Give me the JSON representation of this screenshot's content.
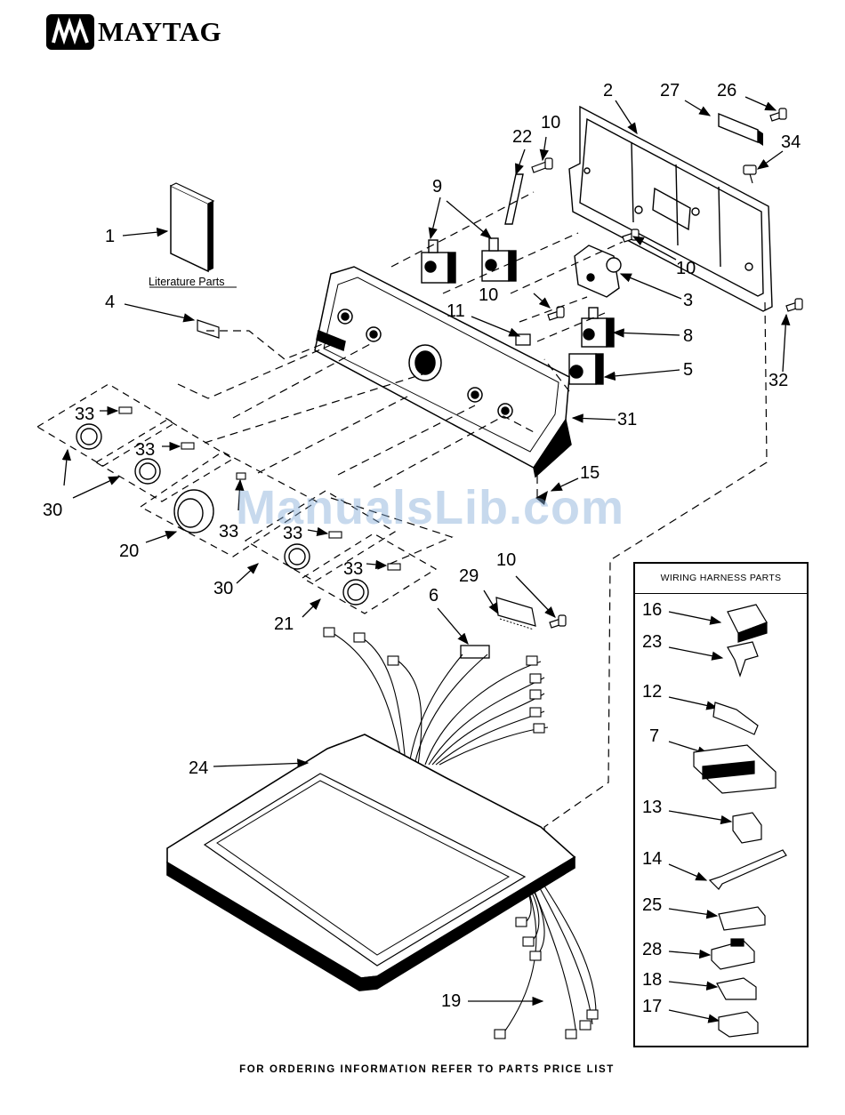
{
  "brand": {
    "name": "MAYTAG",
    "reg": "®"
  },
  "literature_caption": "Literature Parts",
  "legend": {
    "title": "WIRING HARNESS PARTS"
  },
  "watermark": "ManualsLib.com",
  "footer": "FOR ORDERING INFORMATION REFER TO PARTS PRICE LIST",
  "callouts": {
    "c1": "1",
    "c2": "2",
    "c3": "3",
    "c4": "4",
    "c5": "5",
    "c6": "6",
    "c7": "7",
    "c8": "8",
    "c9": "9",
    "c10a": "10",
    "c10b": "10",
    "c10c": "10",
    "c10d": "10",
    "c11": "11",
    "c12": "12",
    "c13": "13",
    "c14": "14",
    "c15": "15",
    "c16": "16",
    "c17": "17",
    "c18": "18",
    "c19": "19",
    "c20": "20",
    "c21": "21",
    "c22": "22",
    "c23": "23",
    "c24": "24",
    "c25": "25",
    "c26": "26",
    "c27": "27",
    "c28": "28",
    "c29": "29",
    "c30a": "30",
    "c30b": "30",
    "c31": "31",
    "c32": "32",
    "c33a": "33",
    "c33b": "33",
    "c33c": "33",
    "c33d": "33",
    "c33e": "33",
    "c34": "34"
  }
}
